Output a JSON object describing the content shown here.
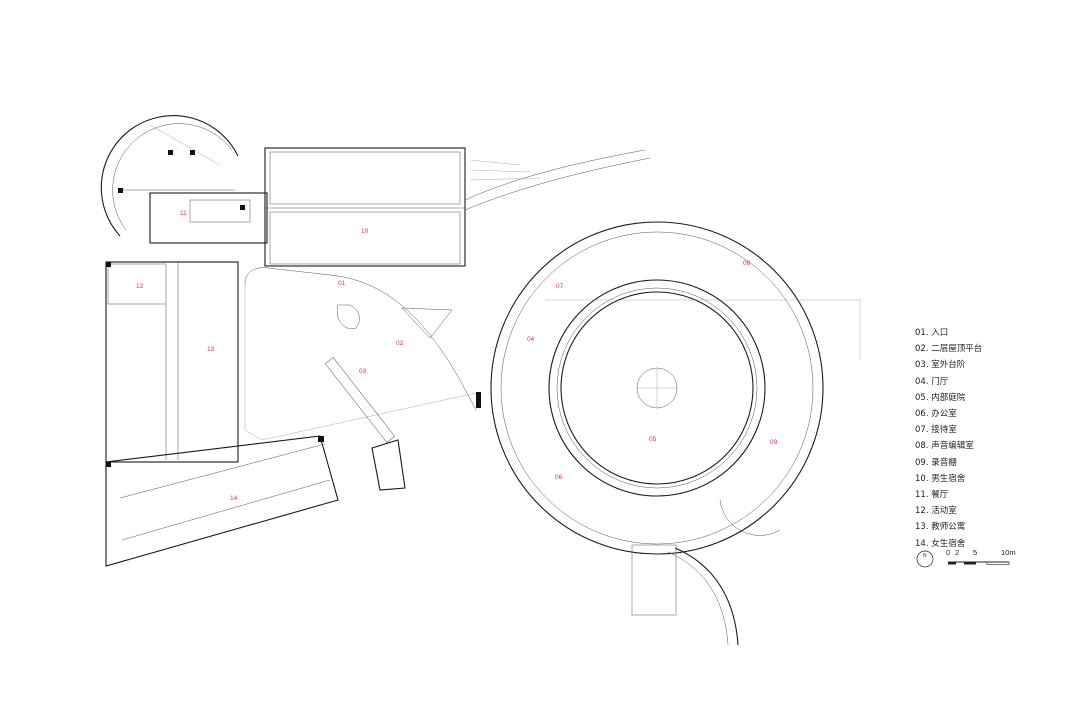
{
  "plan": {
    "room_numbers": [
      "01",
      "02",
      "03",
      "04",
      "05",
      "06",
      "07",
      "08",
      "09",
      "10",
      "11",
      "12",
      "13",
      "14"
    ]
  },
  "legend": {
    "items": [
      "01. 入口",
      "02. 二层屋顶平台",
      "03. 室外台阶",
      "04. 门厅",
      "05. 内部庭院",
      "06. 办公室",
      "07. 接待室",
      "08. 声音编辑室",
      "09. 录音棚",
      "10. 男生宿舍",
      "11. 餐厅",
      "12. 活动室",
      "13. 教师公寓",
      "14. 女生宿舍"
    ]
  },
  "scale_bar": {
    "north_symbol": "N",
    "ticks": [
      "0",
      "2",
      "5",
      "10m"
    ]
  }
}
